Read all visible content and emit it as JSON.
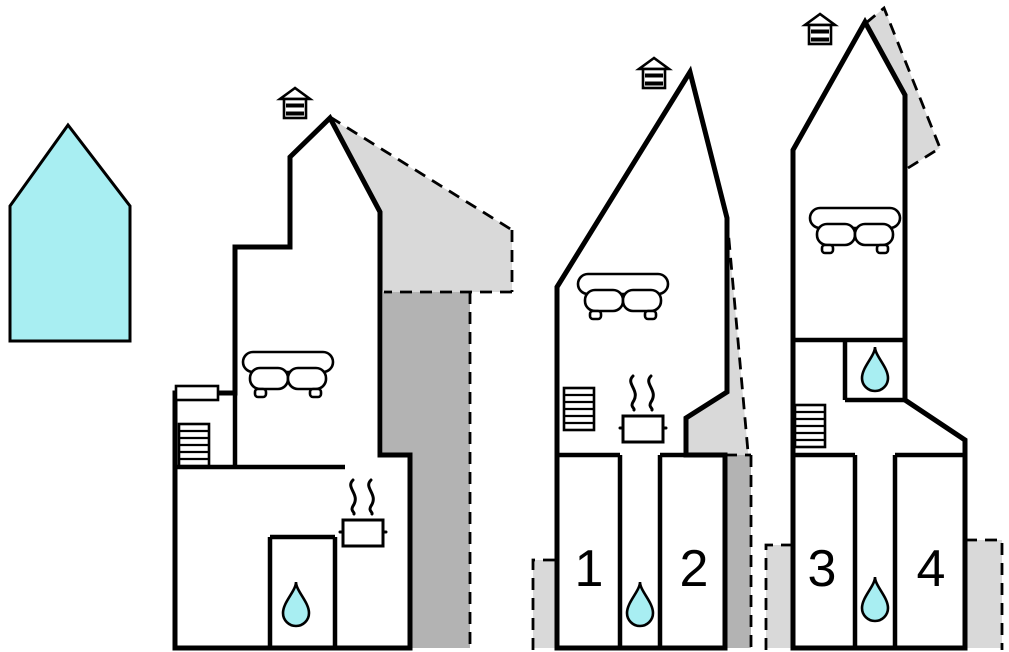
{
  "diagram": {
    "kind": "holiday-home floor plan sheet",
    "background": "#ffffff"
  },
  "colors": {
    "water": "#a8eef2",
    "house": "#a8eef2",
    "roof_light": "#d9d9d9",
    "roof_dark": "#b3b3b3",
    "wall": "#000000"
  },
  "symbols": {
    "house-icon": "cyan pentagon house silhouette",
    "chimney-icon": "small striped chimney marker with roof",
    "sofa-icon": "top-view sofa",
    "stove-icon": "cooking pot with steam lines",
    "water-drop-icon": "water drop (bath / wet room)",
    "stairs-icon": "striped rectangle (staircase)",
    "door-icon": "door opening marker"
  },
  "plans": [
    {
      "name": "floor-plan-a",
      "room_labels": []
    },
    {
      "name": "floor-plan-b",
      "room_labels": [
        {
          "text": "1"
        },
        {
          "text": "2"
        }
      ]
    },
    {
      "name": "floor-plan-c",
      "room_labels": [
        {
          "text": "3"
        },
        {
          "text": "4"
        }
      ]
    }
  ]
}
